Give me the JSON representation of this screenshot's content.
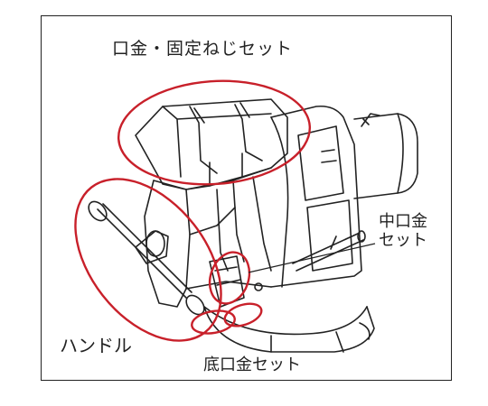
{
  "labels": {
    "jaw_and_screw_set": "口金・固定ねじセット",
    "middle_jaw_line1": "中口金",
    "middle_jaw_line2": "セット",
    "handle": "ハンドル",
    "bottom_jaw_set": "底口金セット"
  },
  "colors": {
    "highlight": "#c8202a",
    "ink": "#222222",
    "background": "#ffffff"
  }
}
